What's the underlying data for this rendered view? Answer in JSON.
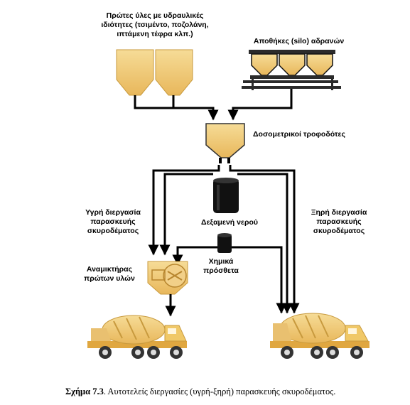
{
  "labels": {
    "raw_materials": [
      "Πρώτες ύλες με υδραυλικές",
      "ιδιότητες (τσιμέντο, ποζολάνη,",
      "ιπτάμενη τέφρα κλπ.)"
    ],
    "silos": "Αποθήκες (silo) αδρανών",
    "feeders": "Δοσομετρικοί τροφοδότες",
    "wet_process": [
      "Υγρή διεργασία",
      "παρασκευής",
      "σκυροδέματος"
    ],
    "dry_process": [
      "Ξηρή διεργασία",
      "παρασκευής",
      "σκυροδέματος"
    ],
    "water_tank": "Δεξαμενή νερού",
    "chemicals": [
      "Χημικά",
      "πρόσθετα"
    ],
    "mixer": [
      "Αναμικτήρας",
      "πρώτων υλών"
    ]
  },
  "caption": {
    "figure": "Σχήμα 7.3",
    "text": ". Αυτοτελείς διεργασίες (υγρή-ξηρή) παρασκευής σκυροδέματος."
  },
  "colors": {
    "material": "#f2cf7f",
    "material_dark": "#d9a94a",
    "truck_cab": "#f0c867",
    "line": "#000000"
  }
}
